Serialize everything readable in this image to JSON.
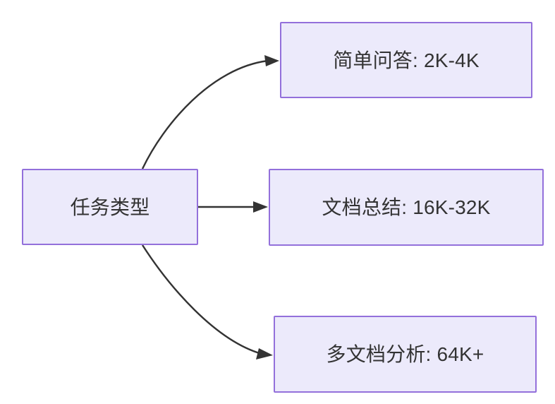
{
  "diagram": {
    "title": "任务类型",
    "background_color": "#ffffff",
    "node_fill_color": "#ECEAFB",
    "node_border_color": "#9370DB",
    "node_text_color": "#333333",
    "edge_color": "#333333",
    "type": "flowchart",
    "direction": "left-to-right",
    "nodes": [
      {
        "id": "root",
        "label": "任务类型",
        "role": "source"
      },
      {
        "id": "simple-qa",
        "label": "简单问答: 2K-4K",
        "role": "target"
      },
      {
        "id": "doc-summary",
        "label": "文档总结: 16K-32K",
        "role": "target"
      },
      {
        "id": "multi-doc",
        "label": "多文档分析: 64K+",
        "role": "target"
      }
    ],
    "edges": [
      {
        "id": "edge-root-simple-qa",
        "from": "root",
        "to": "simple-qa",
        "label": "",
        "style": "curved-arrow"
      },
      {
        "id": "edge-root-doc-summary",
        "from": "root",
        "to": "doc-summary",
        "label": "",
        "style": "straight-arrow"
      },
      {
        "id": "edge-root-multi-doc",
        "from": "root",
        "to": "multi-doc",
        "label": "",
        "style": "curved-arrow"
      }
    ]
  }
}
